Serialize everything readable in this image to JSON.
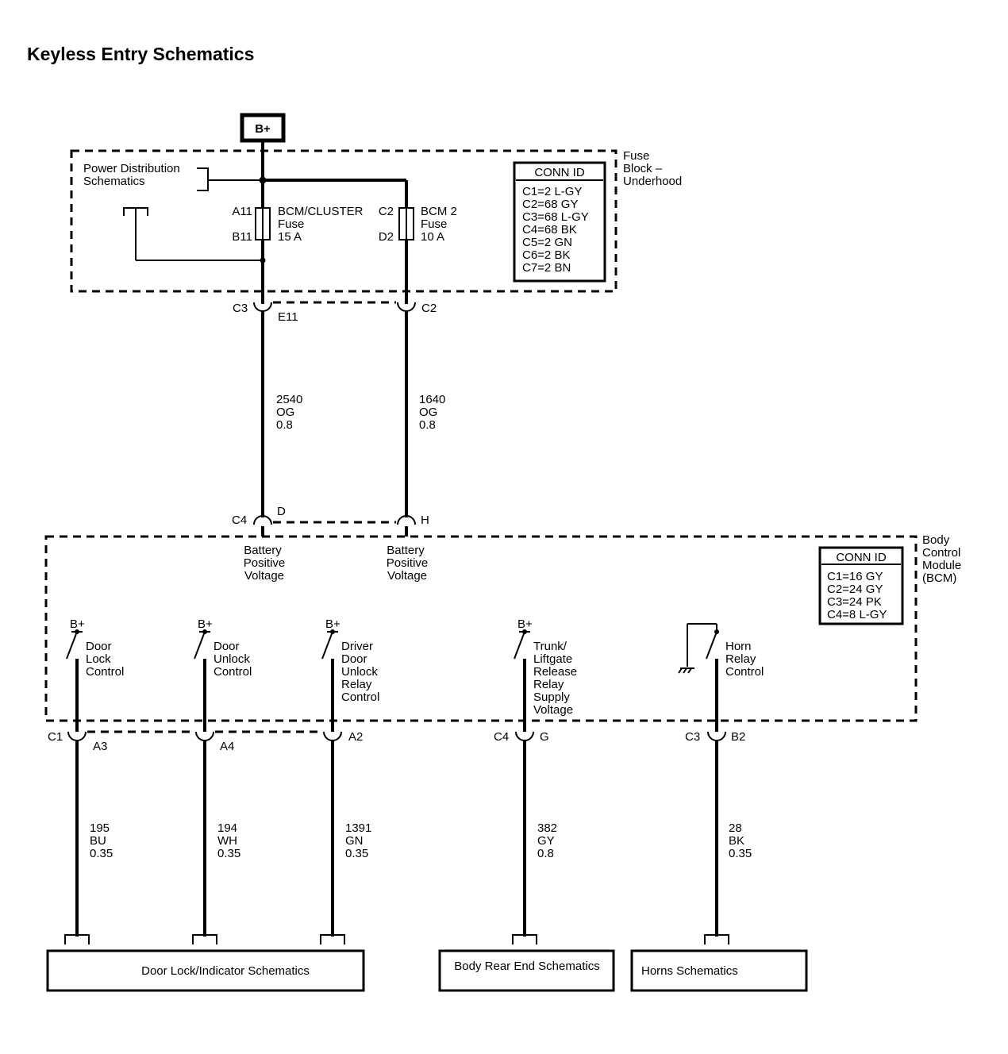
{
  "title": "Keyless Entry Schematics",
  "b_plus": "B+",
  "fuse_block": {
    "label": [
      "Fuse",
      "Block –",
      "Underhood"
    ],
    "power_distribution": [
      "Power Distribution",
      "Schematics"
    ],
    "conn_id": {
      "header": "CONN ID",
      "rows": [
        "C1=2 L-GY",
        "C2=68 GY",
        "C3=68 L-GY",
        "C4=68 BK",
        "C5=2 GN",
        "C6=2 BK",
        "C7=2 BN"
      ]
    },
    "fuse1": {
      "top_pin": "A11",
      "bottom_pin": "B11",
      "lines": [
        "BCM/CLUSTER",
        "Fuse",
        "15 A"
      ]
    },
    "fuse2": {
      "top_pin": "C2",
      "bottom_pin": "D2",
      "lines": [
        "BCM 2",
        "Fuse",
        "10 A"
      ]
    },
    "connector_left": {
      "conn": "C3",
      "pin": "E11"
    },
    "connector_right": {
      "conn": "C2"
    }
  },
  "upper_wires": [
    {
      "circuit": "2540",
      "color": "OG",
      "size": "0.8"
    },
    {
      "circuit": "1640",
      "color": "OG",
      "size": "0.8"
    }
  ],
  "bcm_inputs": {
    "conn": "C4",
    "pin_left": "D",
    "pin_right": "H",
    "left_label": [
      "Battery",
      "Positive",
      "Voltage"
    ],
    "right_label": [
      "Battery",
      "Positive",
      "Voltage"
    ]
  },
  "bcm": {
    "label": [
      "Body",
      "Control",
      "Module",
      "(BCM)"
    ],
    "conn_id": {
      "header": "CONN ID",
      "rows": [
        "C1=16 GY",
        "C2=24 GY",
        "C3=24 PK",
        "C4=8 L-GY"
      ]
    },
    "switches": [
      {
        "supply": "B+",
        "lines": [
          "Door",
          "Lock",
          "Control"
        ]
      },
      {
        "supply": "B+",
        "lines": [
          "Door",
          "Unlock",
          "Control"
        ]
      },
      {
        "supply": "B+",
        "lines": [
          "Driver",
          "Door",
          "Unlock",
          "Relay",
          "Control"
        ]
      },
      {
        "supply": "B+",
        "lines": [
          "Trunk/",
          "Liftgate",
          "Release",
          "Relay",
          "Supply",
          "Voltage"
        ]
      },
      {
        "supply": "",
        "lines": [
          "Horn",
          "Relay",
          "Control"
        ]
      }
    ]
  },
  "outputs": [
    {
      "conn": "C1",
      "pin": "A3",
      "circuit": "195",
      "color": "BU",
      "size": "0.35"
    },
    {
      "conn": "",
      "pin": "A4",
      "circuit": "194",
      "color": "WH",
      "size": "0.35"
    },
    {
      "conn": "",
      "pin": "A2",
      "circuit": "1391",
      "color": "GN",
      "size": "0.35"
    },
    {
      "conn": "C4",
      "pin": "G",
      "circuit": "382",
      "color": "GY",
      "size": "0.8"
    },
    {
      "conn": "C3",
      "pin": "B2",
      "circuit": "28",
      "color": "BK",
      "size": "0.35"
    }
  ],
  "destinations": [
    {
      "label": "Door Lock/Indicator Schematics"
    },
    {
      "label": "Body Rear End Schematics"
    },
    {
      "label": "Horns Schematics"
    }
  ]
}
